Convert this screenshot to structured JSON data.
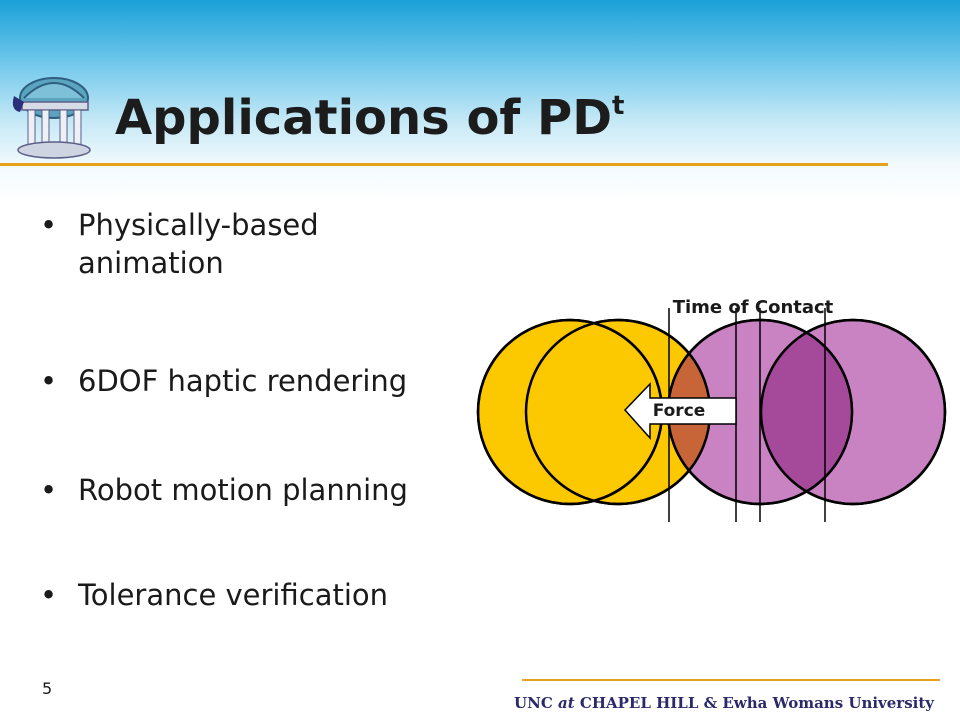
{
  "slide": {
    "title_main": "Applications of PD",
    "title_sup": "t",
    "bullets": [
      {
        "text": "Physically-based animation"
      },
      {
        "text": "6DOF haptic rendering"
      },
      {
        "text": "Robot motion planning"
      },
      {
        "text": "Tolerance verification"
      }
    ],
    "bullet_glyph": "•",
    "page_number": "5",
    "footer": {
      "part1": "UNC ",
      "part2": "at",
      "part3": " CHAPEL HILL & Ewha Womans University"
    }
  },
  "diagram": {
    "time_label": "Time of Contact",
    "force_label": "Force",
    "colors": {
      "yellow": "#fcc800",
      "pink": "#c982c2",
      "overlap": "#c76438",
      "dark_overlap": "#a54a9a",
      "accent": "#e6a21e"
    }
  },
  "icons": {
    "logo": "old-well-icon",
    "arrow": "arrow-left-icon"
  }
}
